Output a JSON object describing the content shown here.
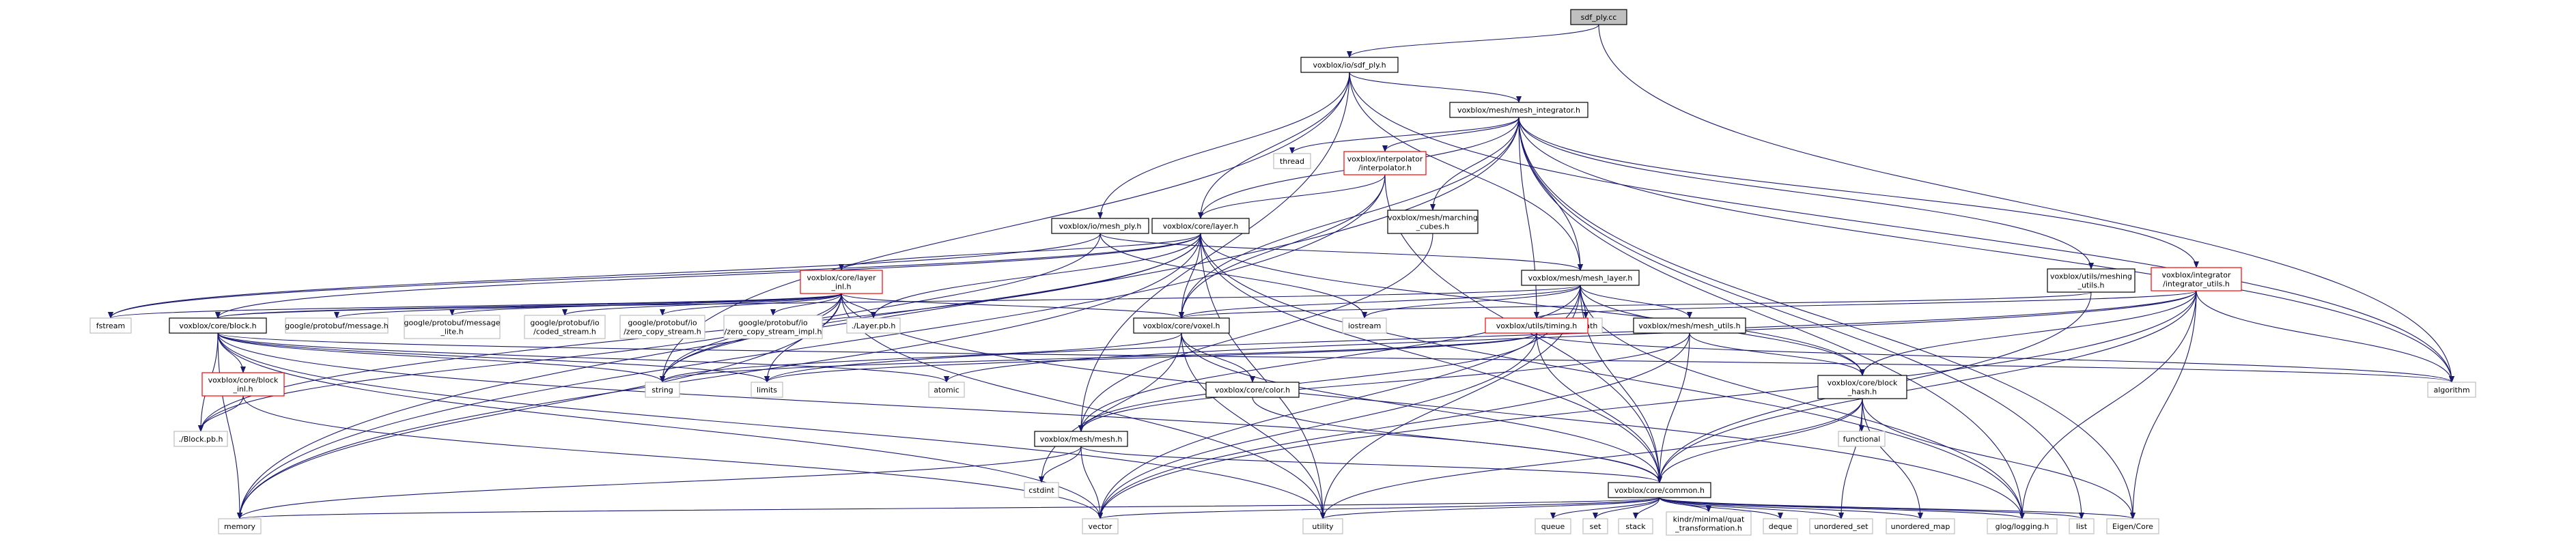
{
  "colors": {
    "edge": "#191970",
    "arrow": "#191970",
    "border_default": "#bfbfbf",
    "border_black": "#000000",
    "border_red": "#ff0000",
    "root_fill": "#bfbfbf",
    "fill": "#ffffff"
  },
  "nodes": [
    {
      "id": "sdf_ply_cc",
      "lines": [
        "sdf_ply.cc"
      ],
      "style": "root"
    },
    {
      "id": "io_sdf_ply_h",
      "lines": [
        "voxblox/io/sdf_ply.h"
      ],
      "style": "black"
    },
    {
      "id": "mesh_integrator_h",
      "lines": [
        "voxblox/mesh/mesh_integrator.h"
      ],
      "style": "black"
    },
    {
      "id": "io_mesh_ply_h",
      "lines": [
        "voxblox/io/mesh_ply.h"
      ],
      "style": "black"
    },
    {
      "id": "core_layer_h",
      "lines": [
        "voxblox/core/layer.h"
      ],
      "style": "black"
    },
    {
      "id": "thread",
      "lines": [
        "thread"
      ],
      "style": "gray"
    },
    {
      "id": "interpolator_h",
      "lines": [
        "voxblox/interpolator",
        "/interpolator.h"
      ],
      "style": "red"
    },
    {
      "id": "marching_cubes_h",
      "lines": [
        "voxblox/mesh/marching",
        "_cubes.h"
      ],
      "style": "black"
    },
    {
      "id": "core_layer_inl_h",
      "lines": [
        "voxblox/core/layer",
        "_inl.h"
      ],
      "style": "red"
    },
    {
      "id": "mesh_layer_h",
      "lines": [
        "voxblox/mesh/mesh_layer.h"
      ],
      "style": "black"
    },
    {
      "id": "meshing_utils_h",
      "lines": [
        "voxblox/utils/meshing",
        "_utils.h"
      ],
      "style": "black"
    },
    {
      "id": "integrator_utils_h",
      "lines": [
        "voxblox/integrator",
        "/integrator_utils.h"
      ],
      "style": "red"
    },
    {
      "id": "fstream",
      "lines": [
        "fstream"
      ],
      "style": "gray"
    },
    {
      "id": "core_block_h",
      "lines": [
        "voxblox/core/block.h"
      ],
      "style": "black"
    },
    {
      "id": "protobuf_message_h",
      "lines": [
        "google/protobuf/message.h"
      ],
      "style": "gray"
    },
    {
      "id": "protobuf_message_lite_h",
      "lines": [
        "google/protobuf/message",
        "_lite.h"
      ],
      "style": "gray"
    },
    {
      "id": "coded_stream_h",
      "lines": [
        "google/protobuf/io",
        "/coded_stream.h"
      ],
      "style": "gray"
    },
    {
      "id": "zero_copy_stream_h",
      "lines": [
        "google/protobuf/io",
        "/zero_copy_stream.h"
      ],
      "style": "gray"
    },
    {
      "id": "zero_copy_stream_impl_h",
      "lines": [
        "google/protobuf/io",
        "/zero_copy_stream_impl.h"
      ],
      "style": "gray"
    },
    {
      "id": "layer_pb_h",
      "lines": [
        "./Layer.pb.h"
      ],
      "style": "gray"
    },
    {
      "id": "core_voxel_h",
      "lines": [
        "voxblox/core/voxel.h"
      ],
      "style": "black"
    },
    {
      "id": "iostream",
      "lines": [
        "iostream"
      ],
      "style": "gray"
    },
    {
      "id": "cmath",
      "lines": [
        "cmath"
      ],
      "style": "gray"
    },
    {
      "id": "utils_timing_h",
      "lines": [
        "voxblox/utils/timing.h"
      ],
      "style": "red"
    },
    {
      "id": "mesh_utils_h",
      "lines": [
        "voxblox/mesh/mesh_utils.h"
      ],
      "style": "black"
    },
    {
      "id": "block_inl_h",
      "lines": [
        "voxblox/core/block",
        "_inl.h"
      ],
      "style": "red"
    },
    {
      "id": "string",
      "lines": [
        "string"
      ],
      "style": "gray"
    },
    {
      "id": "limits",
      "lines": [
        "limits"
      ],
      "style": "gray"
    },
    {
      "id": "atomic",
      "lines": [
        "atomic"
      ],
      "style": "gray"
    },
    {
      "id": "core_color_h",
      "lines": [
        "voxblox/core/color.h"
      ],
      "style": "black"
    },
    {
      "id": "block_hash_h",
      "lines": [
        "voxblox/core/block",
        "_hash.h"
      ],
      "style": "black"
    },
    {
      "id": "algorithm",
      "lines": [
        "algorithm"
      ],
      "style": "gray"
    },
    {
      "id": "block_pb_h",
      "lines": [
        "./Block.pb.h"
      ],
      "style": "gray"
    },
    {
      "id": "mesh_mesh_h",
      "lines": [
        "voxblox/mesh/mesh.h"
      ],
      "style": "black"
    },
    {
      "id": "cstdint",
      "lines": [
        "cstdint"
      ],
      "style": "gray"
    },
    {
      "id": "functional",
      "lines": [
        "functional"
      ],
      "style": "gray"
    },
    {
      "id": "core_common_h",
      "lines": [
        "voxblox/core/common.h"
      ],
      "style": "black"
    },
    {
      "id": "memory",
      "lines": [
        "memory"
      ],
      "style": "gray"
    },
    {
      "id": "vector",
      "lines": [
        "vector"
      ],
      "style": "gray"
    },
    {
      "id": "utility",
      "lines": [
        "utility"
      ],
      "style": "gray"
    },
    {
      "id": "queue",
      "lines": [
        "queue"
      ],
      "style": "gray"
    },
    {
      "id": "set",
      "lines": [
        "set"
      ],
      "style": "gray"
    },
    {
      "id": "stack",
      "lines": [
        "stack"
      ],
      "style": "gray"
    },
    {
      "id": "kindr_quat",
      "lines": [
        "kindr/minimal/quat",
        "_transformation.h"
      ],
      "style": "gray"
    },
    {
      "id": "deque",
      "lines": [
        "deque"
      ],
      "style": "gray"
    },
    {
      "id": "unordered_set",
      "lines": [
        "unordered_set"
      ],
      "style": "gray"
    },
    {
      "id": "unordered_map",
      "lines": [
        "unordered_map"
      ],
      "style": "gray"
    },
    {
      "id": "glog_logging_h",
      "lines": [
        "glog/logging.h"
      ],
      "style": "gray"
    },
    {
      "id": "list",
      "lines": [
        "list"
      ],
      "style": "gray"
    },
    {
      "id": "eigen_core",
      "lines": [
        "Eigen/Core"
      ],
      "style": "gray"
    }
  ],
  "edges": [
    [
      "sdf_ply_cc",
      "io_sdf_ply_h"
    ],
    [
      "sdf_ply_cc",
      "algorithm"
    ],
    [
      "io_sdf_ply_h",
      "mesh_integrator_h"
    ],
    [
      "io_sdf_ply_h",
      "io_mesh_ply_h"
    ],
    [
      "io_sdf_ply_h",
      "core_layer_h"
    ],
    [
      "io_sdf_ply_h",
      "mesh_layer_h"
    ],
    [
      "io_sdf_ply_h",
      "mesh_mesh_h"
    ],
    [
      "io_sdf_ply_h",
      "string"
    ],
    [
      "io_sdf_ply_h",
      "algorithm"
    ],
    [
      "mesh_integrator_h",
      "thread"
    ],
    [
      "mesh_integrator_h",
      "interpolator_h"
    ],
    [
      "mesh_integrator_h",
      "marching_cubes_h"
    ],
    [
      "mesh_integrator_h",
      "core_layer_h"
    ],
    [
      "mesh_integrator_h",
      "mesh_layer_h"
    ],
    [
      "mesh_integrator_h",
      "meshing_utils_h"
    ],
    [
      "mesh_integrator_h",
      "integrator_utils_h"
    ],
    [
      "mesh_integrator_h",
      "core_voxel_h"
    ],
    [
      "mesh_integrator_h",
      "utils_timing_h"
    ],
    [
      "mesh_integrator_h",
      "algorithm"
    ],
    [
      "mesh_integrator_h",
      "list"
    ],
    [
      "mesh_integrator_h",
      "memory"
    ],
    [
      "mesh_integrator_h",
      "glog_logging_h"
    ],
    [
      "mesh_integrator_h",
      "eigen_core"
    ],
    [
      "io_mesh_ply_h",
      "mesh_layer_h"
    ],
    [
      "io_mesh_ply_h",
      "fstream"
    ],
    [
      "io_mesh_ply_h",
      "iostream"
    ],
    [
      "io_mesh_ply_h",
      "string"
    ],
    [
      "interpolator_h",
      "core_layer_h"
    ],
    [
      "interpolator_h",
      "core_voxel_h"
    ],
    [
      "interpolator_h",
      "core_common_h"
    ],
    [
      "interpolator_h",
      "memory"
    ],
    [
      "marching_cubes_h",
      "mesh_mesh_h"
    ],
    [
      "core_layer_h",
      "core_layer_inl_h"
    ],
    [
      "core_layer_h",
      "core_block_h"
    ],
    [
      "core_layer_h",
      "core_voxel_h"
    ],
    [
      "core_layer_h",
      "block_hash_h"
    ],
    [
      "core_layer_h",
      "core_common_h"
    ],
    [
      "core_layer_h",
      "layer_pb_h"
    ],
    [
      "core_layer_h",
      "string"
    ],
    [
      "core_layer_h",
      "utility"
    ],
    [
      "core_layer_h",
      "memory"
    ],
    [
      "core_layer_h",
      "glog_logging_h"
    ],
    [
      "core_layer_h",
      "fstream"
    ],
    [
      "core_layer_h",
      "block_pb_h"
    ],
    [
      "core_layer_inl_h",
      "core_block_h"
    ],
    [
      "core_layer_inl_h",
      "protobuf_message_h"
    ],
    [
      "core_layer_inl_h",
      "protobuf_message_lite_h"
    ],
    [
      "core_layer_inl_h",
      "coded_stream_h"
    ],
    [
      "core_layer_inl_h",
      "zero_copy_stream_h"
    ],
    [
      "core_layer_inl_h",
      "zero_copy_stream_impl_h"
    ],
    [
      "core_layer_inl_h",
      "layer_pb_h"
    ],
    [
      "core_layer_inl_h",
      "core_voxel_h"
    ],
    [
      "core_layer_inl_h",
      "string"
    ],
    [
      "core_layer_inl_h",
      "limits"
    ],
    [
      "core_layer_inl_h",
      "utility"
    ],
    [
      "core_layer_inl_h",
      "glog_logging_h"
    ],
    [
      "core_layer_inl_h",
      "block_pb_h"
    ],
    [
      "core_layer_inl_h",
      "fstream"
    ],
    [
      "core_layer_inl_h",
      "memory"
    ],
    [
      "mesh_layer_h",
      "core_block_h"
    ],
    [
      "mesh_layer_h",
      "mesh_utils_h"
    ],
    [
      "mesh_layer_h",
      "mesh_mesh_h"
    ],
    [
      "mesh_layer_h",
      "core_common_h"
    ],
    [
      "mesh_layer_h",
      "block_hash_h"
    ],
    [
      "mesh_layer_h",
      "iostream"
    ],
    [
      "mesh_layer_h",
      "cmath"
    ],
    [
      "mesh_layer_h",
      "glog_logging_h"
    ],
    [
      "mesh_layer_h",
      "vector"
    ],
    [
      "mesh_layer_h",
      "utility"
    ],
    [
      "mesh_layer_h",
      "core_voxel_h"
    ],
    [
      "meshing_utils_h",
      "core_voxel_h"
    ],
    [
      "meshing_utils_h",
      "core_common_h"
    ],
    [
      "integrator_utils_h",
      "block_hash_h"
    ],
    [
      "integrator_utils_h",
      "core_common_h"
    ],
    [
      "integrator_utils_h",
      "utils_timing_h"
    ],
    [
      "integrator_utils_h",
      "algorithm"
    ],
    [
      "integrator_utils_h",
      "glog_logging_h"
    ],
    [
      "integrator_utils_h",
      "eigen_core"
    ],
    [
      "integrator_utils_h",
      "vector"
    ],
    [
      "integrator_utils_h",
      "atomic"
    ],
    [
      "integrator_utils_h",
      "limits"
    ],
    [
      "core_block_h",
      "block_inl_h"
    ],
    [
      "core_block_h",
      "block_pb_h"
    ],
    [
      "core_block_h",
      "core_common_h"
    ],
    [
      "core_block_h",
      "string"
    ],
    [
      "core_block_h",
      "atomic"
    ],
    [
      "core_block_h",
      "algorithm"
    ],
    [
      "core_block_h",
      "memory"
    ],
    [
      "core_block_h",
      "vector"
    ],
    [
      "core_block_h",
      "limits"
    ],
    [
      "core_block_h",
      "utility"
    ],
    [
      "block_inl_h",
      "block_pb_h"
    ],
    [
      "block_inl_h",
      "vector"
    ],
    [
      "core_voxel_h",
      "core_color_h"
    ],
    [
      "core_voxel_h",
      "cstdint"
    ],
    [
      "core_voxel_h",
      "core_common_h"
    ],
    [
      "core_voxel_h",
      "string"
    ],
    [
      "core_voxel_h",
      "utility"
    ],
    [
      "utils_timing_h",
      "core_common_h"
    ],
    [
      "utils_timing_h",
      "vector"
    ],
    [
      "utils_timing_h",
      "string"
    ],
    [
      "utils_timing_h",
      "algorithm"
    ],
    [
      "utils_timing_h",
      "limits"
    ],
    [
      "utils_timing_h",
      "mesh_mesh_h"
    ],
    [
      "mesh_utils_h",
      "mesh_mesh_h"
    ],
    [
      "mesh_utils_h",
      "block_hash_h"
    ],
    [
      "mesh_utils_h",
      "core_common_h"
    ],
    [
      "mesh_utils_h",
      "vector"
    ],
    [
      "core_color_h",
      "core_common_h"
    ],
    [
      "block_hash_h",
      "functional"
    ],
    [
      "block_hash_h",
      "unordered_map"
    ],
    [
      "block_hash_h",
      "unordered_set"
    ],
    [
      "block_hash_h",
      "utility"
    ],
    [
      "block_hash_h",
      "core_common_h"
    ],
    [
      "block_hash_h",
      "eigen_core"
    ],
    [
      "mesh_mesh_h",
      "cstdint"
    ],
    [
      "mesh_mesh_h",
      "memory"
    ],
    [
      "mesh_mesh_h",
      "core_common_h"
    ],
    [
      "mesh_mesh_h",
      "vector"
    ],
    [
      "core_common_h",
      "memory"
    ],
    [
      "core_common_h",
      "vector"
    ],
    [
      "core_common_h",
      "utility"
    ],
    [
      "core_common_h",
      "queue"
    ],
    [
      "core_common_h",
      "set"
    ],
    [
      "core_common_h",
      "stack"
    ],
    [
      "core_common_h",
      "kindr_quat"
    ],
    [
      "core_common_h",
      "deque"
    ],
    [
      "core_common_h",
      "unordered_set"
    ],
    [
      "core_common_h",
      "unordered_map"
    ],
    [
      "core_common_h",
      "glog_logging_h"
    ],
    [
      "core_common_h",
      "list"
    ],
    [
      "core_common_h",
      "eigen_core"
    ]
  ]
}
